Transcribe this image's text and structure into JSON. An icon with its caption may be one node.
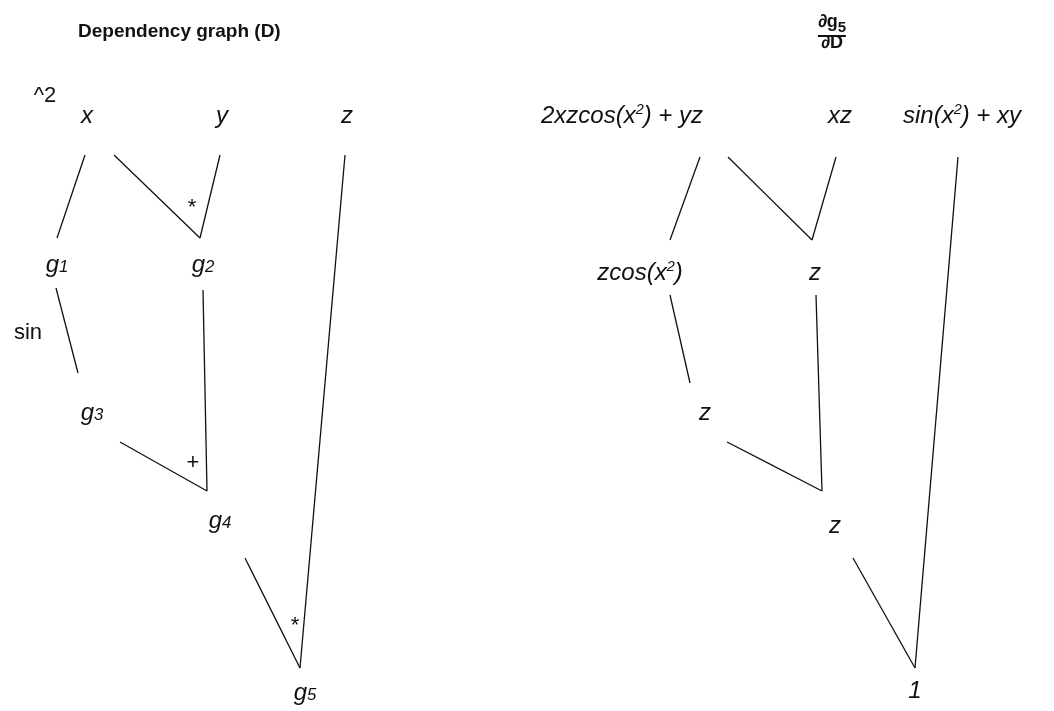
{
  "diagram": {
    "title": "Dependency graph (D)",
    "nodes": [
      {
        "text": [
          "x"
        ]
      },
      {
        "text": [
          "y"
        ]
      },
      {
        "text": [
          "z"
        ]
      },
      {
        "text": [
          "g$_{1}$"
        ]
      },
      {
        "text": [
          "g$_{2}$"
        ]
      },
      {
        "text": [
          "g$_{3}$"
        ]
      },
      {
        "text": [
          "g$_{4}$"
        ]
      },
      {
        "text": [
          "g$_{5}$"
        ]
      },
      {
        "text": [
          "2xzcos(x$^{2}$) + yz"
        ]
      },
      {
        "text": [
          "xz"
        ]
      },
      {
        "text": [
          "sin(x$^{2}$) + xy"
        ]
      },
      {
        "text": [
          "zcos(x$^{2}$)"
        ]
      },
      {
        "text": [
          "z"
        ]
      },
      {
        "text": [
          "z"
        ]
      },
      {
        "text": [
          "z"
        ]
      },
      {
        "text": [
          "1"
        ]
      }
    ],
    "edges": [
      {
        "from": 0,
        "to": 3,
        "arrow": "none",
        "label": "^2"
      },
      {
        "from": 0,
        "to": 4,
        "arrow": "none",
        "label": "*"
      },
      {
        "from": 1,
        "to": 4,
        "arrow": "none"
      },
      {
        "from": 3,
        "to": 5,
        "arrow": "none",
        "label": "sin"
      },
      {
        "from": 4,
        "to": 6,
        "arrow": "none"
      },
      {
        "from": 5,
        "to": 6,
        "arrow": "none",
        "label": "+"
      },
      {
        "from": 2,
        "to": 7,
        "arrow": "none"
      },
      {
        "from": 6,
        "to": 7,
        "arrow": "none",
        "label": "*"
      },
      {
        "from": 8,
        "to": 11,
        "arrow": "none"
      },
      {
        "from": 8,
        "to": 12,
        "arrow": "none"
      },
      {
        "from": 9,
        "to": 12,
        "arrow": "none"
      },
      {
        "from": 11,
        "to": 13,
        "arrow": "none"
      },
      {
        "from": 12,
        "to": 14,
        "arrow": "none"
      },
      {
        "from": 13,
        "to": 14,
        "arrow": "none"
      },
      {
        "from": 10,
        "to": 15,
        "arrow": "none"
      },
      {
        "from": 14,
        "to": 15,
        "arrow": "none"
      }
    ],
    "labels": [
      "∂g$_{5}$",
      "∂D"
    ]
  }
}
